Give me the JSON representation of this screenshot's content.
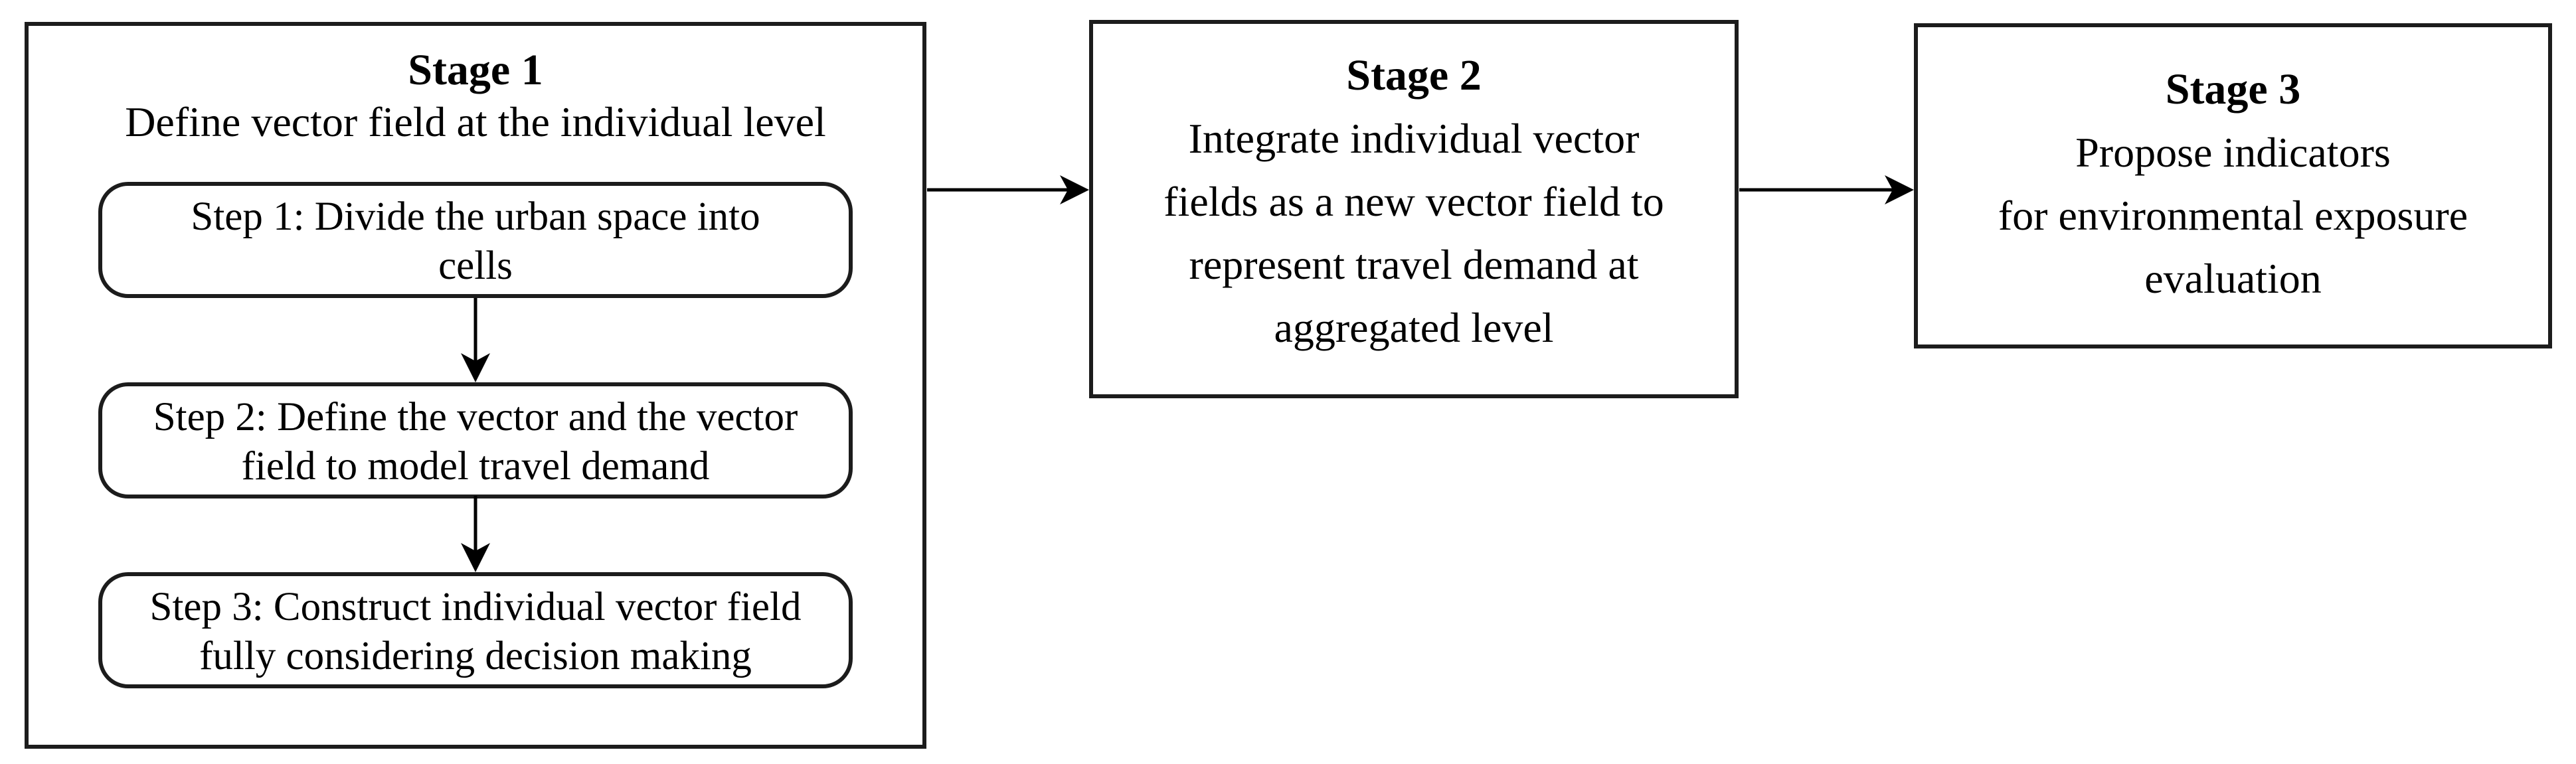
{
  "diagram": {
    "background_color": "#ffffff",
    "border_color": "#1c1c1c",
    "text_color": "#000000",
    "stage1": {
      "title": "Stage 1",
      "subtitle": "Define vector field at the individual level",
      "steps": [
        {
          "lines": [
            "Step 1: Divide the urban space into",
            "cells"
          ]
        },
        {
          "lines": [
            "Step 2: Define the vector and the vector",
            "field to model travel demand"
          ]
        },
        {
          "lines": [
            "Step 3: Construct individual vector field",
            "fully considering decision making"
          ]
        }
      ]
    },
    "stage2": {
      "title": "Stage 2",
      "lines": [
        "Integrate individual vector",
        "fields as a new vector field to",
        "represent travel demand at",
        "aggregated level"
      ]
    },
    "stage3": {
      "title": "Stage 3",
      "lines": [
        "Propose indicators",
        "for environmental exposure",
        "evaluation"
      ]
    },
    "flow": [
      "step1 -> step2",
      "step2 -> step3",
      "stage1 -> stage2",
      "stage2 -> stage3"
    ]
  }
}
